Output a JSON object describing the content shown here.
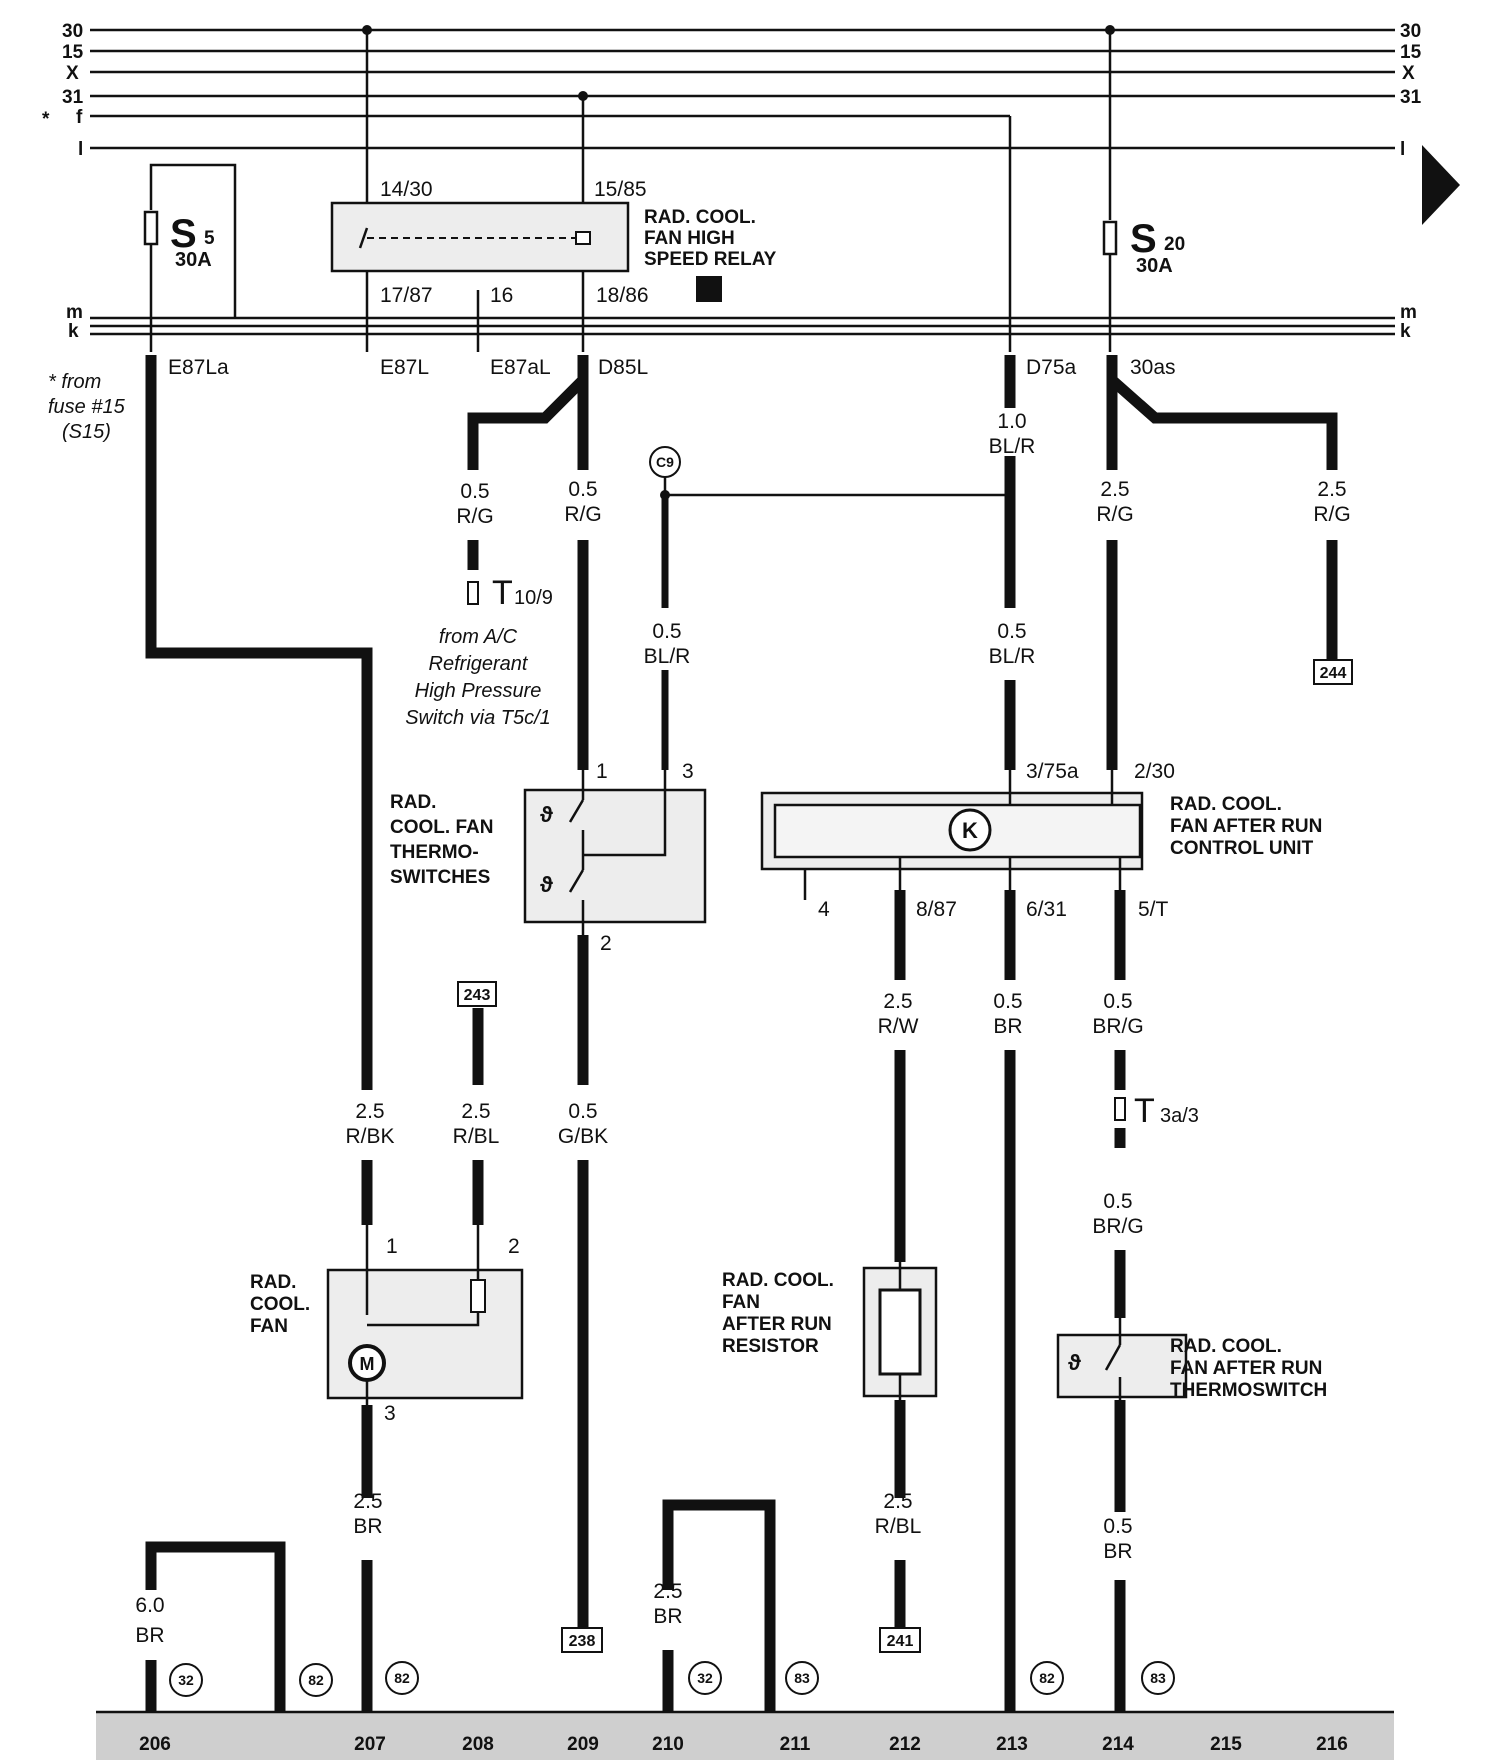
{
  "rails": {
    "left": [
      "30",
      "15",
      "X",
      "31",
      "f",
      "l"
    ],
    "right": [
      "30",
      "15",
      "X",
      "31"
    ],
    "right_l": "l",
    "bus_m": "m",
    "bus_k": "k",
    "note_marker": "*",
    "footnote": [
      "* from",
      "fuse #15",
      "(S15)"
    ]
  },
  "fuses": {
    "s5": {
      "letter": "S",
      "sub": "5",
      "rating": "30A"
    },
    "s20": {
      "letter": "S",
      "sub": "20",
      "rating": "30A"
    }
  },
  "relay": {
    "name": [
      "RAD. COOL.",
      "FAN HIGH",
      "SPEED RELAY"
    ],
    "pins": {
      "top_left": "14/30",
      "top_right": "15/85",
      "bottom_left": "17/87",
      "bottom_mid": "16",
      "bottom_right": "18/86"
    }
  },
  "junctions": [
    "E87La",
    "E87L",
    "E87aL",
    "D85L",
    "D75a",
    "30as"
  ],
  "wires": {
    "w1": [
      "0.5",
      "R/G"
    ],
    "w2": [
      "0.5",
      "R/G"
    ],
    "w3": [
      "0.5",
      "BL/R"
    ],
    "w4": [
      "1.0",
      "BL/R"
    ],
    "w5": [
      "0.5",
      "BL/R"
    ],
    "w6": [
      "2.5",
      "R/G"
    ],
    "w7": [
      "2.5",
      "R/G"
    ],
    "w8": [
      "2.5",
      "R/BK"
    ],
    "w9": [
      "2.5",
      "R/BL"
    ],
    "w10": [
      "0.5",
      "G/BK"
    ],
    "w11": [
      "2.5",
      "R/W"
    ],
    "w12": [
      "0.5",
      "BR"
    ],
    "w13": [
      "0.5",
      "BR/G"
    ],
    "w14": [
      "0.5",
      "BR/G"
    ],
    "w15": [
      "2.5",
      "BR"
    ],
    "w16": [
      "2.5",
      "R/BL"
    ],
    "w17": [
      "0.5",
      "BR"
    ],
    "w18": [
      "6.0",
      "BR"
    ],
    "w19": [
      "2.5",
      "BR"
    ]
  },
  "connectors": {
    "t10": {
      "letter": "T",
      "sub": "10/9"
    },
    "t3a": {
      "letter": "T",
      "sub": "3a/3"
    },
    "c9": "C9",
    "from_ac": [
      "from A/C",
      "Refrigerant",
      "High Pressure",
      "Switch via T5c/1"
    ]
  },
  "refs": [
    "244",
    "243",
    "238",
    "241"
  ],
  "thermoswitches": {
    "name": [
      "RAD.",
      "COOL. FAN",
      "THERMO-",
      "SWITCHES"
    ],
    "pins": [
      "1",
      "3",
      "2"
    ]
  },
  "control_unit": {
    "name": [
      "RAD. COOL.",
      "FAN AFTER RUN",
      "CONTROL UNIT"
    ],
    "symbol": "K",
    "pins": {
      "p1": "3/75a",
      "p2": "2/30",
      "p3": "4",
      "p4": "8/87",
      "p5": "6/31",
      "p6": "5/T"
    }
  },
  "fan": {
    "name": [
      "RAD.",
      "COOL.",
      "FAN"
    ],
    "motor": "M",
    "pins": [
      "1",
      "2",
      "3"
    ]
  },
  "resistor": {
    "name": [
      "RAD. COOL.",
      "FAN",
      "AFTER RUN",
      "RESISTOR"
    ]
  },
  "after_run_switch": {
    "name": [
      "RAD. COOL.",
      "FAN AFTER RUN",
      "THERMOSWITCH"
    ]
  },
  "ground_points": [
    "32",
    "82",
    "82",
    "32",
    "83",
    "82",
    "83"
  ],
  "ground_numbers": [
    "206",
    "207",
    "208",
    "209",
    "210",
    "211",
    "212",
    "213",
    "214",
    "215",
    "216"
  ]
}
